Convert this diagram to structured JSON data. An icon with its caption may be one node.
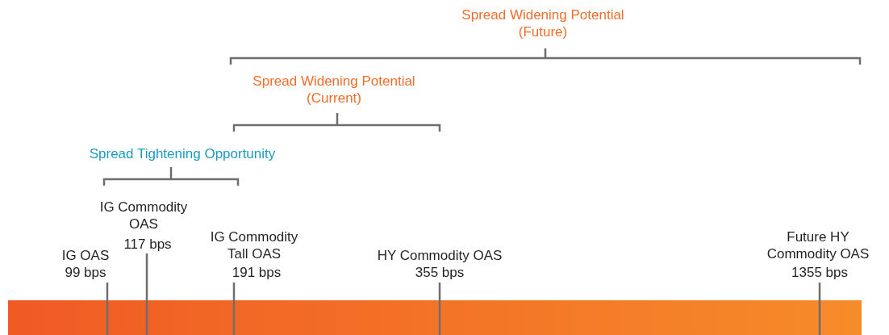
{
  "diagram": {
    "nodes": [
      {
        "text": [],
        "shape": "bar"
      }
    ],
    "labels": [
      "Spread Widening Potential (Future)",
      "Spread Widening Potential (Current)",
      "Spread Tightening Opportunity",
      "IG Commodity OAS",
      "117 bps",
      "IG OAS",
      "99 bps",
      "IG Commodity Tall OAS",
      "191 bps",
      "HY Commodity OAS",
      "355 bps",
      "Future HY Commodity OAS",
      "1355 bps"
    ]
  }
}
